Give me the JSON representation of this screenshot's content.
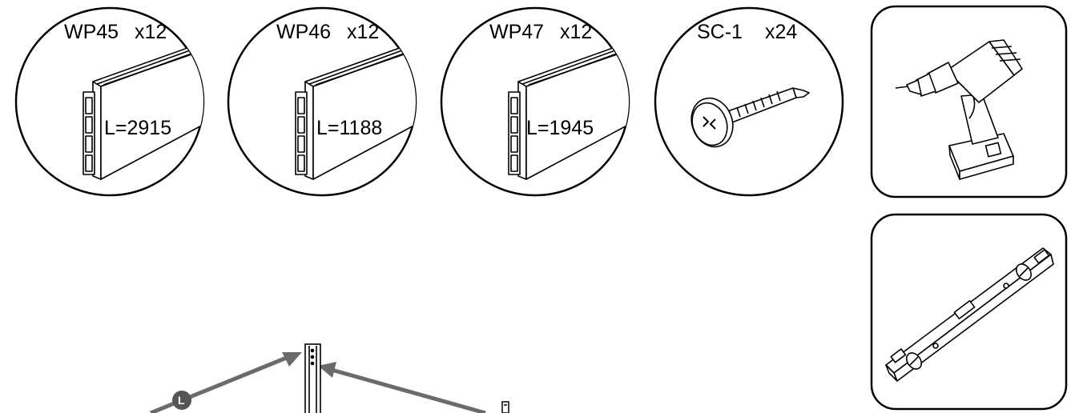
{
  "parts": [
    {
      "code": "WP45",
      "qty": "x12",
      "length": "L=2915"
    },
    {
      "code": "WP46",
      "qty": "x12",
      "length": "L=1188"
    },
    {
      "code": "WP47",
      "qty": "x12",
      "length": "L=1945"
    },
    {
      "code": "SC-1",
      "qty": "x24"
    }
  ],
  "tools": {
    "drill": "drill-icon",
    "level": "spirit-level-icon"
  },
  "callout": {
    "letter": "L"
  },
  "colors": {
    "line": "#000000",
    "arrow": "#6b6b6b",
    "fill": "#ffffff"
  }
}
